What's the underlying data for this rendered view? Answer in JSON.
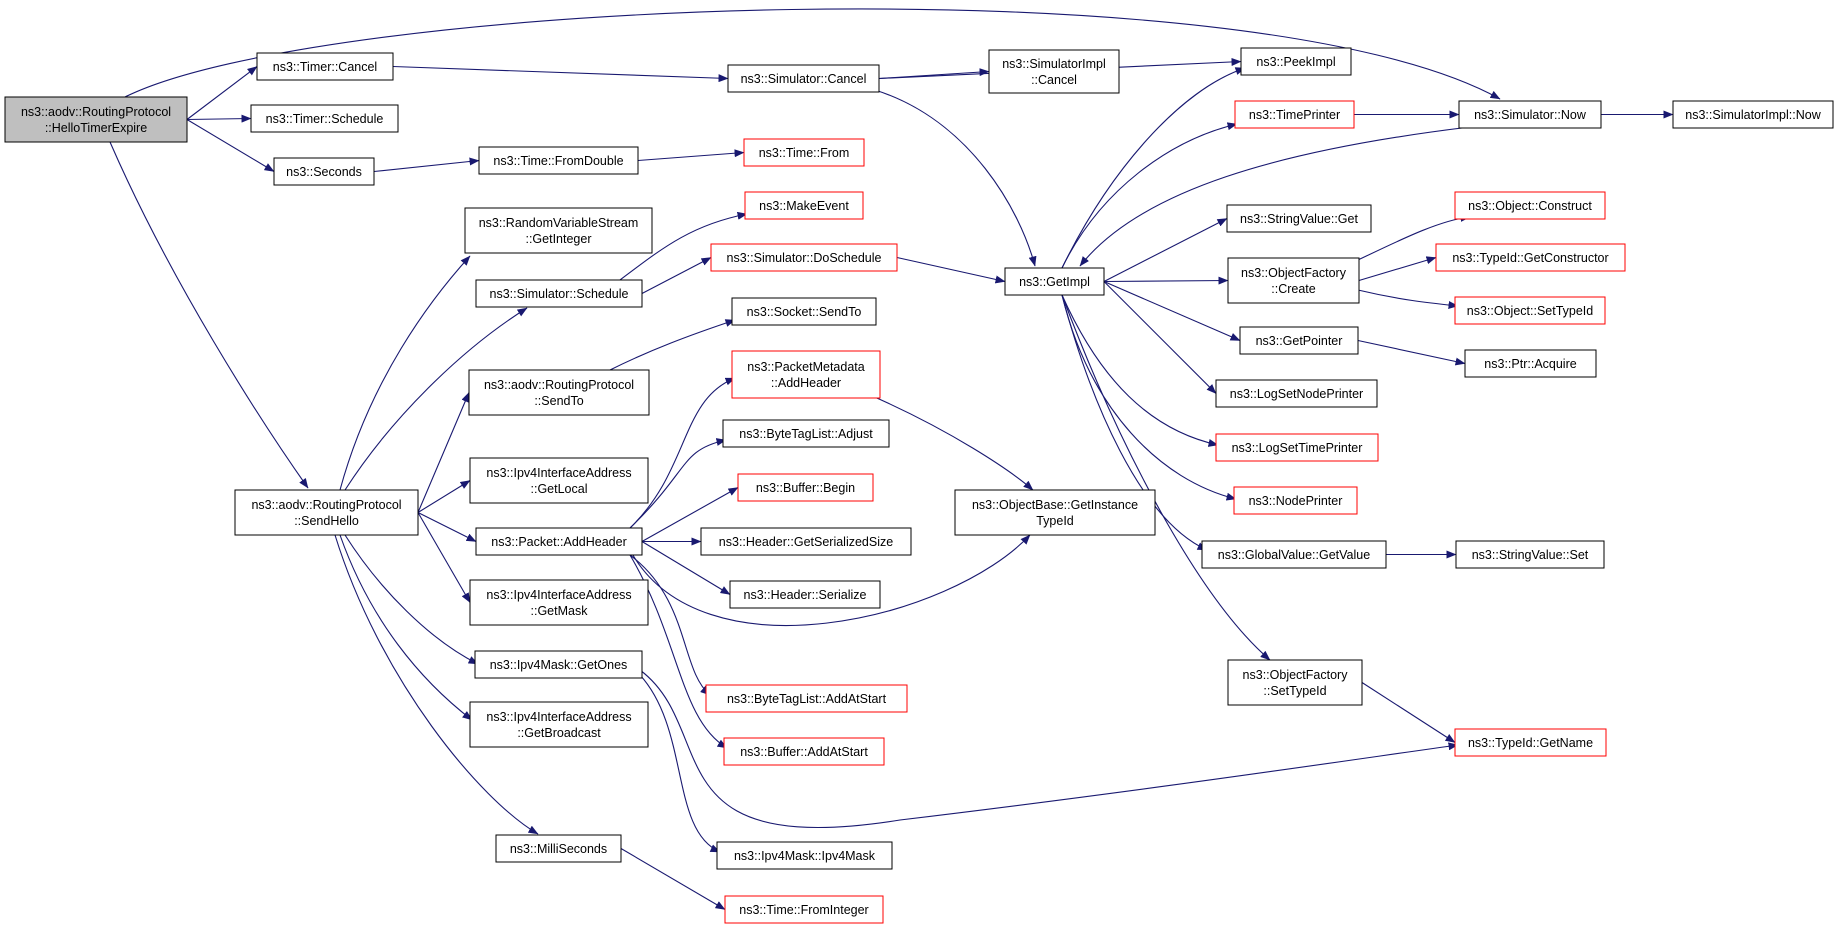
{
  "colors": {
    "edge": "#191970",
    "root_fill": "#bfbfbf",
    "normal_border": "#000000",
    "truncated_border": "#ff0000"
  },
  "nodes": [
    {
      "id": "hello_timer_expire",
      "lines": [
        "ns3::aodv::RoutingProtocol",
        "::HelloTimerExpire"
      ],
      "style": "root"
    },
    {
      "id": "timer_cancel",
      "lines": [
        "ns3::Timer::Cancel"
      ],
      "style": "normal"
    },
    {
      "id": "timer_schedule",
      "lines": [
        "ns3::Timer::Schedule"
      ],
      "style": "normal"
    },
    {
      "id": "seconds",
      "lines": [
        "ns3::Seconds"
      ],
      "style": "normal"
    },
    {
      "id": "simulator_cancel",
      "lines": [
        "ns3::Simulator::Cancel"
      ],
      "style": "normal"
    },
    {
      "id": "simulatorimpl_cancel",
      "lines": [
        "ns3::SimulatorImpl",
        "::Cancel"
      ],
      "style": "normal"
    },
    {
      "id": "peekimpl",
      "lines": [
        "ns3::PeekImpl"
      ],
      "style": "normal"
    },
    {
      "id": "time_printer",
      "lines": [
        "ns3::TimePrinter"
      ],
      "style": "truncated"
    },
    {
      "id": "simulator_now",
      "lines": [
        "ns3::Simulator::Now"
      ],
      "style": "normal"
    },
    {
      "id": "simulatorimpl_now",
      "lines": [
        "ns3::SimulatorImpl::Now"
      ],
      "style": "normal"
    },
    {
      "id": "time_fromdouble",
      "lines": [
        "ns3::Time::FromDouble"
      ],
      "style": "normal"
    },
    {
      "id": "time_from",
      "lines": [
        "ns3::Time::From"
      ],
      "style": "truncated"
    },
    {
      "id": "rvs_getinteger",
      "lines": [
        "ns3::RandomVariableStream",
        "::GetInteger"
      ],
      "style": "normal"
    },
    {
      "id": "make_event",
      "lines": [
        "ns3::MakeEvent"
      ],
      "style": "truncated"
    },
    {
      "id": "simulator_schedule",
      "lines": [
        "ns3::Simulator::Schedule"
      ],
      "style": "normal"
    },
    {
      "id": "simulator_doschedule",
      "lines": [
        "ns3::Simulator::DoSchedule"
      ],
      "style": "truncated"
    },
    {
      "id": "getimpl",
      "lines": [
        "ns3::GetImpl"
      ],
      "style": "normal"
    },
    {
      "id": "stringvalue_get",
      "lines": [
        "ns3::StringValue::Get"
      ],
      "style": "normal"
    },
    {
      "id": "object_construct",
      "lines": [
        "ns3::Object::Construct"
      ],
      "style": "truncated"
    },
    {
      "id": "objectfactory_create",
      "lines": [
        "ns3::ObjectFactory",
        "::Create"
      ],
      "style": "normal"
    },
    {
      "id": "typeid_getconstructor",
      "lines": [
        "ns3::TypeId::GetConstructor"
      ],
      "style": "truncated"
    },
    {
      "id": "object_settypeid",
      "lines": [
        "ns3::Object::SetTypeId"
      ],
      "style": "truncated"
    },
    {
      "id": "socket_sendto",
      "lines": [
        "ns3::Socket::SendTo"
      ],
      "style": "normal"
    },
    {
      "id": "getpointer",
      "lines": [
        "ns3::GetPointer"
      ],
      "style": "normal"
    },
    {
      "id": "ptr_acquire",
      "lines": [
        "ns3::Ptr::Acquire"
      ],
      "style": "normal"
    },
    {
      "id": "aodv_sendto",
      "lines": [
        "ns3::aodv::RoutingProtocol",
        "::SendTo"
      ],
      "style": "normal"
    },
    {
      "id": "packetmetadata_addheader",
      "lines": [
        "ns3::PacketMetadata",
        "::AddHeader"
      ],
      "style": "truncated"
    },
    {
      "id": "logsetnodeprinter",
      "lines": [
        "ns3::LogSetNodePrinter"
      ],
      "style": "normal"
    },
    {
      "id": "bytetaglist_adjust",
      "lines": [
        "ns3::ByteTagList::Adjust"
      ],
      "style": "normal"
    },
    {
      "id": "logsettimeprinter",
      "lines": [
        "ns3::LogSetTimePrinter"
      ],
      "style": "truncated"
    },
    {
      "id": "ipv4ia_getlocal",
      "lines": [
        "ns3::Ipv4InterfaceAddress",
        "::GetLocal"
      ],
      "style": "normal"
    },
    {
      "id": "buffer_begin",
      "lines": [
        "ns3::Buffer::Begin"
      ],
      "style": "truncated"
    },
    {
      "id": "objectbase_getinstancetypeid",
      "lines": [
        "ns3::ObjectBase::GetInstance",
        "TypeId"
      ],
      "style": "normal"
    },
    {
      "id": "nodeprinter",
      "lines": [
        "ns3::NodePrinter"
      ],
      "style": "truncated"
    },
    {
      "id": "aodv_sendhello",
      "lines": [
        "ns3::aodv::RoutingProtocol",
        "::SendHello"
      ],
      "style": "normal"
    },
    {
      "id": "packet_addheader",
      "lines": [
        "ns3::Packet::AddHeader"
      ],
      "style": "normal"
    },
    {
      "id": "header_getserializedsize",
      "lines": [
        "ns3::Header::GetSerializedSize"
      ],
      "style": "normal"
    },
    {
      "id": "globalvalue_getvalue",
      "lines": [
        "ns3::GlobalValue::GetValue"
      ],
      "style": "normal"
    },
    {
      "id": "stringvalue_set",
      "lines": [
        "ns3::StringValue::Set"
      ],
      "style": "normal"
    },
    {
      "id": "header_serialize",
      "lines": [
        "ns3::Header::Serialize"
      ],
      "style": "normal"
    },
    {
      "id": "ipv4ia_getmask",
      "lines": [
        "ns3::Ipv4InterfaceAddress",
        "::GetMask"
      ],
      "style": "normal"
    },
    {
      "id": "ipv4mask_getones",
      "lines": [
        "ns3::Ipv4Mask::GetOnes"
      ],
      "style": "normal"
    },
    {
      "id": "objectfactory_settypeid",
      "lines": [
        "ns3::ObjectFactory",
        "::SetTypeId"
      ],
      "style": "normal"
    },
    {
      "id": "bytetaglist_addatstart",
      "lines": [
        "ns3::ByteTagList::AddAtStart"
      ],
      "style": "truncated"
    },
    {
      "id": "ipv4ia_getbroadcast",
      "lines": [
        "ns3::Ipv4InterfaceAddress",
        "::GetBroadcast"
      ],
      "style": "normal"
    },
    {
      "id": "typeid_getname",
      "lines": [
        "ns3::TypeId::GetName"
      ],
      "style": "truncated"
    },
    {
      "id": "buffer_addatstart",
      "lines": [
        "ns3::Buffer::AddAtStart"
      ],
      "style": "truncated"
    },
    {
      "id": "milliseconds",
      "lines": [
        "ns3::MilliSeconds"
      ],
      "style": "normal"
    },
    {
      "id": "ipv4mask_ipv4mask",
      "lines": [
        "ns3::Ipv4Mask::Ipv4Mask"
      ],
      "style": "normal"
    },
    {
      "id": "time_frominteger",
      "lines": [
        "ns3::Time::FromInteger"
      ],
      "style": "truncated"
    }
  ],
  "edges": [
    [
      "hello_timer_expire",
      "simulator_now"
    ],
    [
      "hello_timer_expire",
      "timer_cancel"
    ],
    [
      "hello_timer_expire",
      "timer_schedule"
    ],
    [
      "hello_timer_expire",
      "seconds"
    ],
    [
      "hello_timer_expire",
      "aodv_sendhello"
    ],
    [
      "timer_cancel",
      "simulator_cancel"
    ],
    [
      "seconds",
      "time_fromdouble"
    ],
    [
      "time_fromdouble",
      "time_from"
    ],
    [
      "simulator_cancel",
      "simulatorimpl_cancel"
    ],
    [
      "simulator_cancel",
      "peekimpl"
    ],
    [
      "simulator_cancel",
      "getimpl"
    ],
    [
      "simulator_now",
      "simulatorimpl_now"
    ],
    [
      "simulator_now",
      "getimpl"
    ],
    [
      "time_printer",
      "simulator_now"
    ],
    [
      "simulator_schedule",
      "make_event"
    ],
    [
      "simulator_schedule",
      "simulator_doschedule"
    ],
    [
      "simulator_doschedule",
      "getimpl"
    ],
    [
      "getimpl",
      "peekimpl"
    ],
    [
      "getimpl",
      "time_printer"
    ],
    [
      "getimpl",
      "stringvalue_get"
    ],
    [
      "getimpl",
      "objectfactory_create"
    ],
    [
      "getimpl",
      "getpointer"
    ],
    [
      "getimpl",
      "logsetnodeprinter"
    ],
    [
      "getimpl",
      "logsettimeprinter"
    ],
    [
      "getimpl",
      "nodeprinter"
    ],
    [
      "getimpl",
      "globalvalue_getvalue"
    ],
    [
      "getimpl",
      "objectfactory_settypeid"
    ],
    [
      "objectfactory_create",
      "object_construct"
    ],
    [
      "objectfactory_create",
      "typeid_getconstructor"
    ],
    [
      "objectfactory_create",
      "object_settypeid"
    ],
    [
      "getpointer",
      "ptr_acquire"
    ],
    [
      "globalvalue_getvalue",
      "stringvalue_set"
    ],
    [
      "objectfactory_settypeid",
      "typeid_getname"
    ],
    [
      "aodv_sendto",
      "socket_sendto"
    ],
    [
      "packetmetadata_addheader",
      "objectbase_getinstancetypeid"
    ],
    [
      "aodv_sendhello",
      "rvs_getinteger"
    ],
    [
      "aodv_sendhello",
      "simulator_schedule"
    ],
    [
      "aodv_sendhello",
      "aodv_sendto"
    ],
    [
      "aodv_sendhello",
      "ipv4ia_getlocal"
    ],
    [
      "aodv_sendhello",
      "packet_addheader"
    ],
    [
      "aodv_sendhello",
      "ipv4ia_getmask"
    ],
    [
      "aodv_sendhello",
      "ipv4mask_getones"
    ],
    [
      "aodv_sendhello",
      "ipv4ia_getbroadcast"
    ],
    [
      "aodv_sendhello",
      "milliseconds"
    ],
    [
      "packet_addheader",
      "packetmetadata_addheader"
    ],
    [
      "packet_addheader",
      "bytetaglist_adjust"
    ],
    [
      "packet_addheader",
      "buffer_begin"
    ],
    [
      "packet_addheader",
      "header_getserializedsize"
    ],
    [
      "packet_addheader",
      "header_serialize"
    ],
    [
      "packet_addheader",
      "objectbase_getinstancetypeid"
    ],
    [
      "packet_addheader",
      "bytetaglist_addatstart"
    ],
    [
      "packet_addheader",
      "buffer_addatstart"
    ],
    [
      "ipv4mask_getones",
      "typeid_getname"
    ],
    [
      "ipv4mask_getones",
      "ipv4mask_ipv4mask"
    ],
    [
      "milliseconds",
      "time_frominteger"
    ]
  ]
}
